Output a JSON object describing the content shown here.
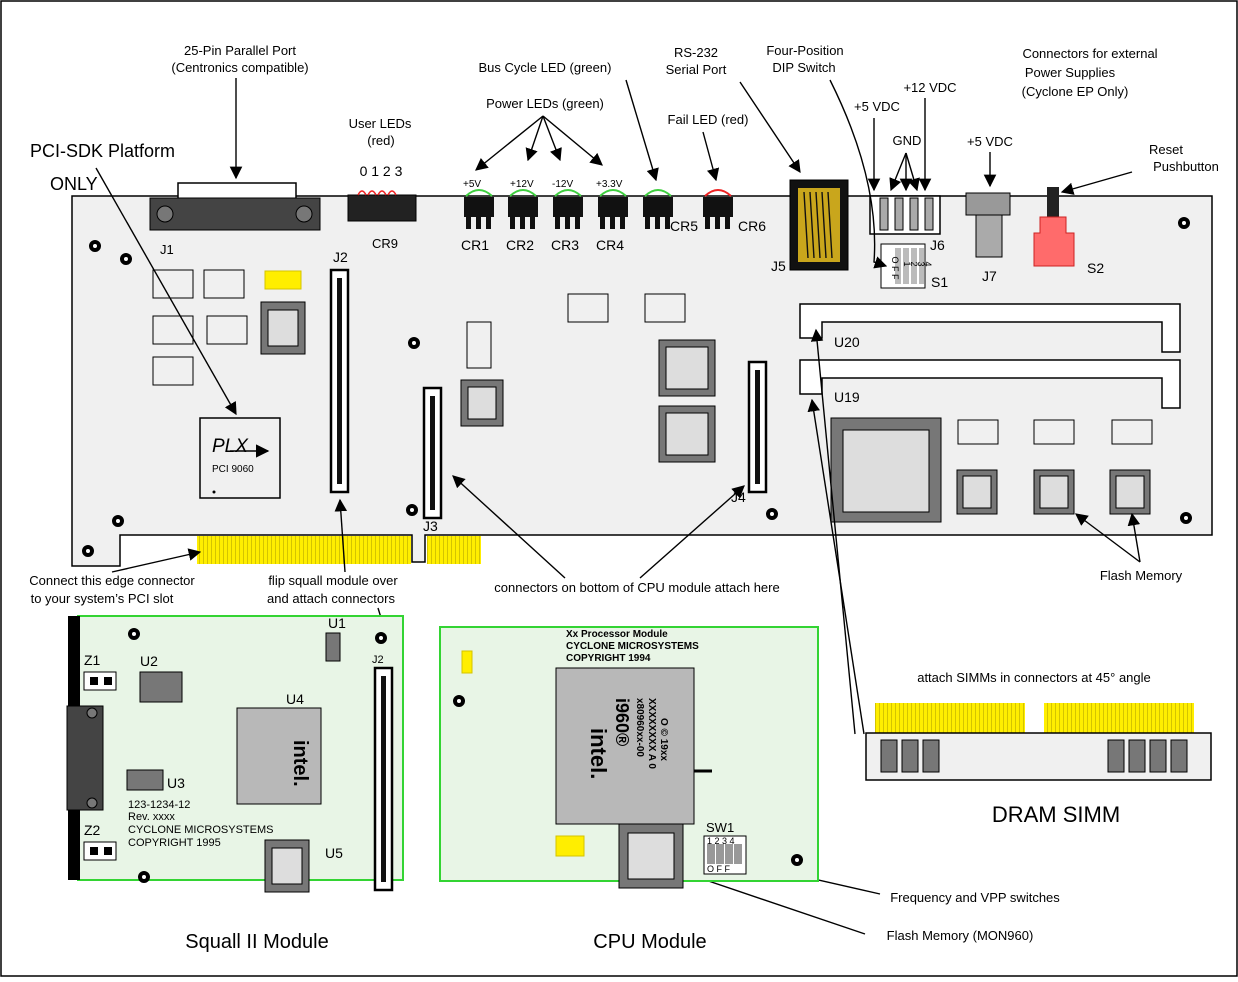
{
  "callouts": {
    "parallel_port": [
      "25-Pin Parallel Port",
      "(Centronics compatible)"
    ],
    "user_leds": [
      "User LEDs",
      "(red)"
    ],
    "user_led_numbers": "0 1 2 3",
    "bus_cycle_led": "Bus Cycle LED (green)",
    "power_leds": "Power LEDs (green)",
    "rs232": [
      "RS-232",
      "Serial Port"
    ],
    "fail_led": "Fail LED (red)",
    "dip_switch": [
      "Four-Position",
      "DIP Switch"
    ],
    "ext_power": [
      "Connectors for external",
      "Power Supplies",
      "(Cyclone EP Only)"
    ],
    "plus12vdc": "+12 VDC",
    "plus5vdc_a": "+5 VDC",
    "gnd": "GND",
    "plus5vdc_b": "+5 VDC",
    "reset": [
      "Reset",
      "Pushbutton"
    ],
    "pci_sdk": [
      "PCI-SDK Platform",
      "ONLY"
    ],
    "edge_connector": [
      "Connect this edge connector",
      "to your system’s PCI slot"
    ],
    "flip_squall": [
      "flip squall module over",
      "and attach connectors"
    ],
    "cpu_connectors": "connectors on bottom of CPU module attach here",
    "flash_memory": "Flash Memory",
    "attach_simms": "attach SIMMs in connectors at 45° angle",
    "freq_vpp": "Frequency and VPP switches",
    "flash_mon960": "Flash Memory (MON960)"
  },
  "board": {
    "led_voltages": [
      "+5V",
      "+12V",
      "-12V",
      "+3.3V"
    ],
    "refs": {
      "J1": "J1",
      "J2": "J2",
      "J3": "J3",
      "J4": "J4",
      "J5": "J5",
      "J6": "J6",
      "J7": "J7",
      "CR1": "CR1",
      "CR2": "CR2",
      "CR3": "CR3",
      "CR4": "CR4",
      "CR5": "CR5",
      "CR6": "CR6",
      "CR9": "CR9",
      "S1": "S1",
      "S2": "S2",
      "U19": "U19",
      "U20": "U20"
    },
    "dip_labels": [
      "1",
      "2",
      "3",
      "4"
    ],
    "dip_off": "O F F",
    "plx_logo": "PLX",
    "plx_part": "PCI 9060"
  },
  "squall": {
    "title": "Squall II Module",
    "refs": {
      "U1": "U1",
      "U2": "U2",
      "U3": "U3",
      "U4": "U4",
      "U5": "U5",
      "Z1": "Z1",
      "Z2": "Z2",
      "J2": "J2"
    },
    "chip_logo": "intel.",
    "silkscreen": [
      "123-1234-12",
      "Rev. xxxx",
      "CYCLONE MICROSYSTEMS",
      "COPYRIGHT 1995"
    ]
  },
  "cpu": {
    "title": "CPU Module",
    "silkscreen": [
      "Xx Processor Module",
      "CYCLONE MICROSYSTEMS",
      "COPYRIGHT 1994"
    ],
    "chip_logo": "intel.",
    "chip_name": "i960®",
    "chip_lines": [
      "x80960xx-00",
      "XXXXXXXX A 0",
      "O © 19xx"
    ],
    "sw1": "SW1",
    "sw1_labels": "1 2 3 4",
    "sw1_off": "O F F"
  },
  "simm": {
    "title": "DRAM SIMM"
  },
  "colors": {
    "board_fill": "#f0f0f0",
    "module_fill": "#e8f5e6",
    "module_border": "#33d433",
    "gold": "#ffee00",
    "led_green": "#3fcf3f",
    "led_red": "#ee2222",
    "reset_red": "#ff6b6b",
    "chip_gray": "#b8b8b8",
    "dark": "#000000"
  }
}
